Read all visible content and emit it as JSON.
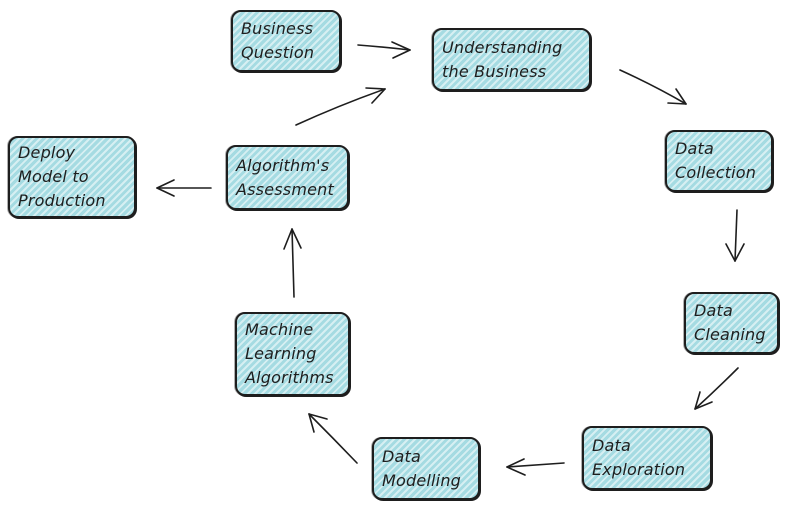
{
  "nodes": {
    "business_question": [
      "Business",
      "Question"
    ],
    "understanding_business": [
      "Understanding",
      "the Business"
    ],
    "data_collection": [
      "Data",
      "Collection"
    ],
    "data_cleaning": [
      "Data",
      "Cleaning"
    ],
    "data_exploration": [
      "Data",
      "Exploration"
    ],
    "data_modelling": [
      "Data",
      "Modelling"
    ],
    "ml_algorithms": [
      "Machine",
      "Learning",
      "Algorithms"
    ],
    "algorithm_assessment": [
      "Algorithm's",
      "Assessment"
    ],
    "deploy_model": [
      "Deploy",
      "Model to",
      "Production"
    ]
  },
  "colors": {
    "node_fill": "#a5dbe2",
    "stroke": "#1e1e1e",
    "background": "#ffffff"
  }
}
